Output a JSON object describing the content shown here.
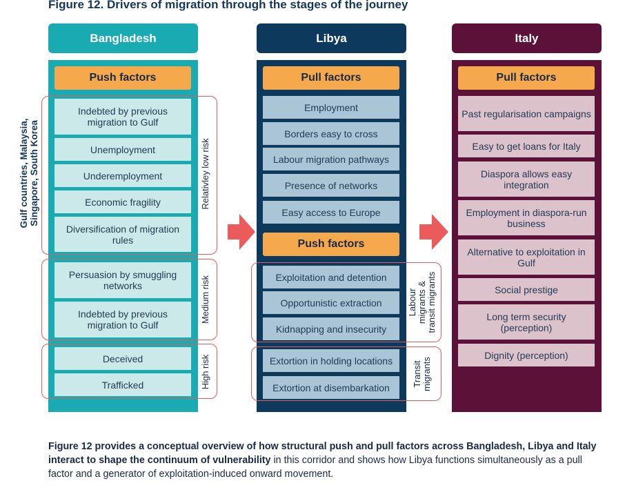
{
  "figure_title": "Figure 12. Drivers of migration through the stages of the journey",
  "columns": {
    "bangladesh": {
      "header": "Bangladesh",
      "factor_label": "Push factors",
      "items": [
        "Indebted by previous migration to Gulf",
        "Unemployment",
        "Underemployment",
        "Economic fragility",
        "Diversification of migration rules",
        "Persuasion by smuggling networks",
        "Indebted by previous migration to Gulf",
        "Deceived",
        "Trafficked"
      ],
      "risk_labels": [
        "Relativley low risk",
        "Medium risk",
        "High risk"
      ],
      "side_label_line1": "Gulf countries, Malaysia,",
      "side_label_line2": "Singapore, South Korea"
    },
    "libya": {
      "header": "Libya",
      "pull_label": "Pull factors",
      "pull_items": [
        "Employment",
        "Borders easy to cross",
        "Labour migration pathways",
        "Presence of networks",
        "Easy access to Europe"
      ],
      "push_label": "Push factors",
      "push_items": [
        "Exploitation and detention",
        "Opportunistic extraction",
        "Kidnapping and insecurity",
        "Extortion in holding locations",
        "Extortion at disembarkation"
      ],
      "group_labels": {
        "labour_line1": "Labour",
        "labour_line2": "migrants &",
        "labour_line3": "transit migrants",
        "transit_line1": "Transit",
        "transit_line2": "migrants"
      }
    },
    "italy": {
      "header": "Italy",
      "factor_label": "Pull factors",
      "items": [
        "Past regularisation campaigns",
        "Easy to get loans for Italy",
        "Diaspora allows easy integration",
        "Employment in diaspora-run business",
        "Alternative to exploitation in Gulf",
        "Social prestige",
        "Long term security (perception)",
        "Dignity (perception)"
      ]
    }
  },
  "caption": {
    "bold": "Figure 12 provides a conceptual overview of how structural push and pull factors across Bangladesh, Libya and Italy interact to shape the continuum of vulnerability",
    "rest": " in this corridor and shows how Libya functions simultaneously as a pull factor and a generator of exploitation-induced onward movement."
  },
  "colors": {
    "bangladesh": "#19aab2",
    "libya": "#0d3a5c",
    "italy": "#5c1238",
    "factor_head": "#f6a94c",
    "arrow": "#ec5b5b",
    "group_border": "#e25a5a"
  },
  "icons": [
    "right-arrow-icon"
  ]
}
